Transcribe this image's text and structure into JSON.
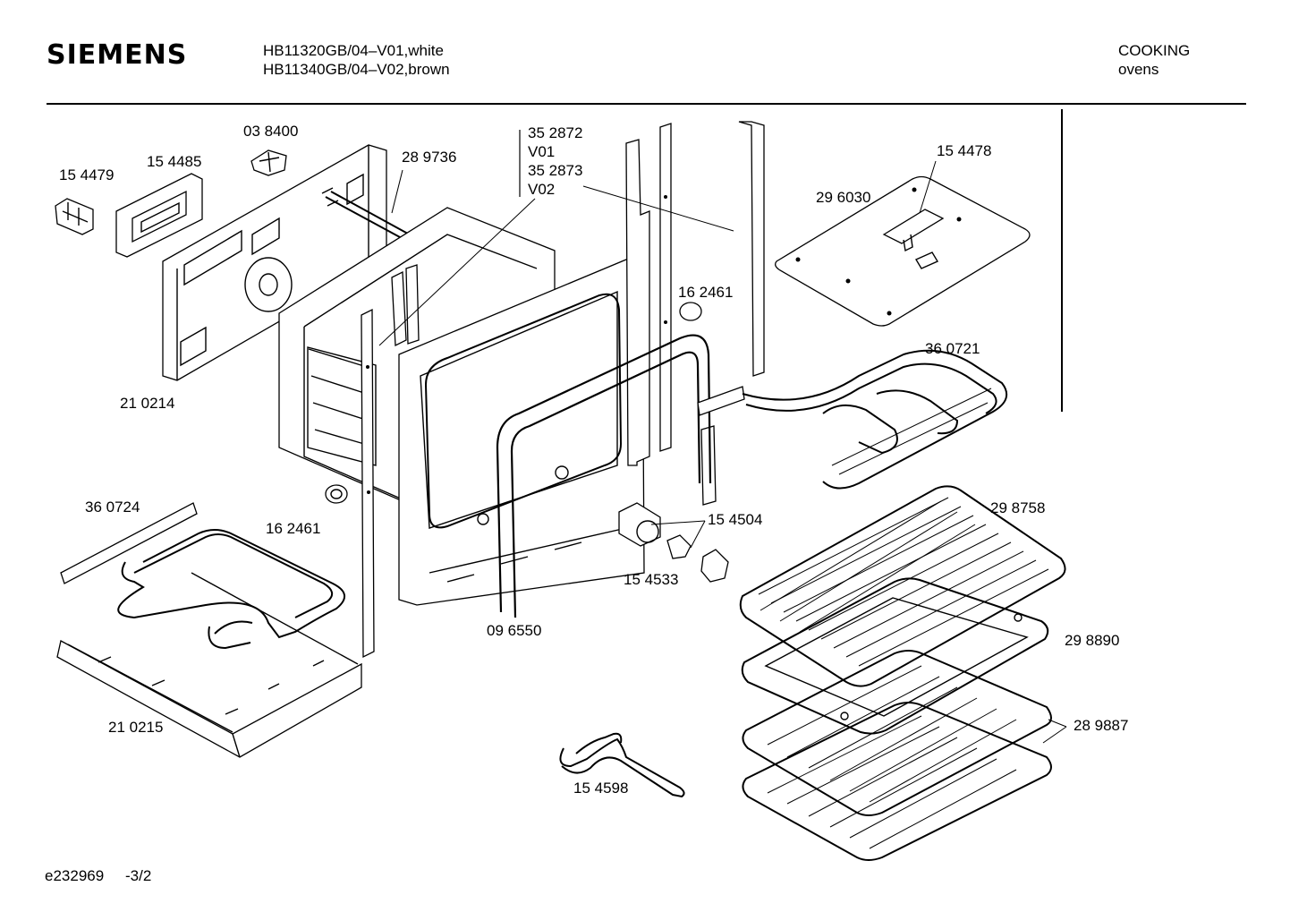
{
  "header": {
    "brand": "SIEMENS",
    "model_line_1": "HB11320GB/04–V01,white",
    "model_line_2": "HB11340GB/04–V02,brown",
    "category": "COOKING",
    "subcategory": "ovens"
  },
  "footer": {
    "drawing_id": "e232969",
    "page": "-3/2"
  },
  "parts": [
    {
      "id": "p038400",
      "number": "03 8400"
    },
    {
      "id": "p154485",
      "number": "15 4485"
    },
    {
      "id": "p154479",
      "number": "15 4479"
    },
    {
      "id": "p289736",
      "number": "28 9736"
    },
    {
      "id": "p352872",
      "number": "35 2872"
    },
    {
      "id": "v01",
      "number": "V01"
    },
    {
      "id": "p352873",
      "number": "35 2873"
    },
    {
      "id": "v02",
      "number": "V02"
    },
    {
      "id": "p154478",
      "number": "15 4478"
    },
    {
      "id": "p296030",
      "number": "29 6030"
    },
    {
      "id": "p162461a",
      "number": "16 2461"
    },
    {
      "id": "p360721",
      "number": "36 0721"
    },
    {
      "id": "p210214",
      "number": "21 0214"
    },
    {
      "id": "p360724",
      "number": "36 0724"
    },
    {
      "id": "p162461b",
      "number": "16 2461"
    },
    {
      "id": "p154504",
      "number": "15 4504"
    },
    {
      "id": "p298758",
      "number": "29 8758"
    },
    {
      "id": "p154533",
      "number": "15 4533"
    },
    {
      "id": "p096550",
      "number": "09 6550"
    },
    {
      "id": "p298890",
      "number": "29 8890"
    },
    {
      "id": "p289887",
      "number": "28 9887"
    },
    {
      "id": "p210215",
      "number": "21 0215"
    },
    {
      "id": "p154598",
      "number": "15 4598"
    }
  ]
}
